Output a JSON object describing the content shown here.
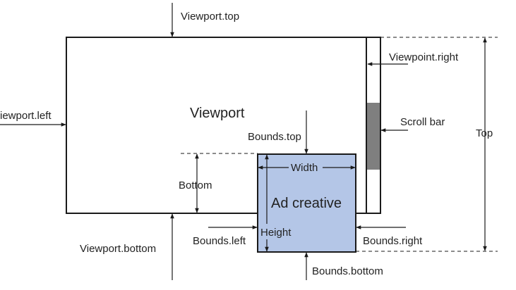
{
  "labels": {
    "viewport_top": "Viewport.top",
    "viewpoint_right": "Viewpoint.right",
    "viewport_left": "iewport.left",
    "viewport_title": "Viewport",
    "scroll_bar": "Scroll bar",
    "top": "Top",
    "bounds_top": "Bounds.top",
    "width": "Width",
    "bottom": "Bottom",
    "ad_creative": "Ad creative",
    "height": "Height",
    "bounds_left": "Bounds.left",
    "bounds_right": "Bounds.right",
    "viewport_bottom": "Viewport.bottom",
    "bounds_bottom": "Bounds.bottom"
  },
  "colors": {
    "ad_fill": "#b4c6e7",
    "scroll_thumb": "#7f7f7f",
    "line": "#1a1a1a",
    "text": "#222222"
  }
}
